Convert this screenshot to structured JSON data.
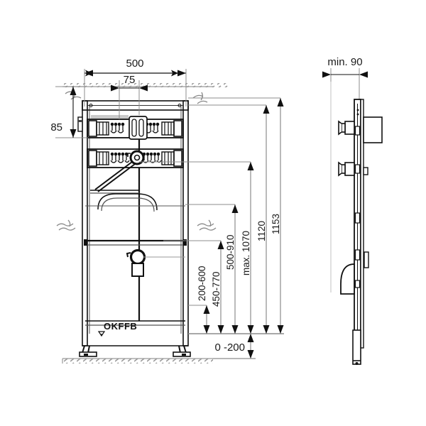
{
  "drawing": {
    "type": "technical-dimension-drawing",
    "subject": "Sanitary installation frame element, front elevation and side elevation",
    "background": "#ffffff",
    "line_color": "#1a1a1a",
    "thin_line_color": "#8c8c8c"
  },
  "dimensions": {
    "width_overall": "500",
    "width_inner": "75",
    "height_top_offset": "85",
    "side_view_depth": "min. 90",
    "vertical": [
      {
        "id": "v1",
        "label": "200-600"
      },
      {
        "id": "v2",
        "label": "450-770"
      },
      {
        "id": "v3",
        "label": "500-910"
      },
      {
        "id": "v4",
        "label": "max. 1070"
      },
      {
        "id": "v5",
        "label": "1120"
      },
      {
        "id": "v6",
        "label": "1153"
      }
    ],
    "floor_offset": "0 -200"
  },
  "annotations": {
    "finished_floor_level": "OKFFB"
  },
  "views": {
    "front": {
      "name": "front-elevation"
    },
    "side": {
      "name": "side-elevation"
    }
  }
}
